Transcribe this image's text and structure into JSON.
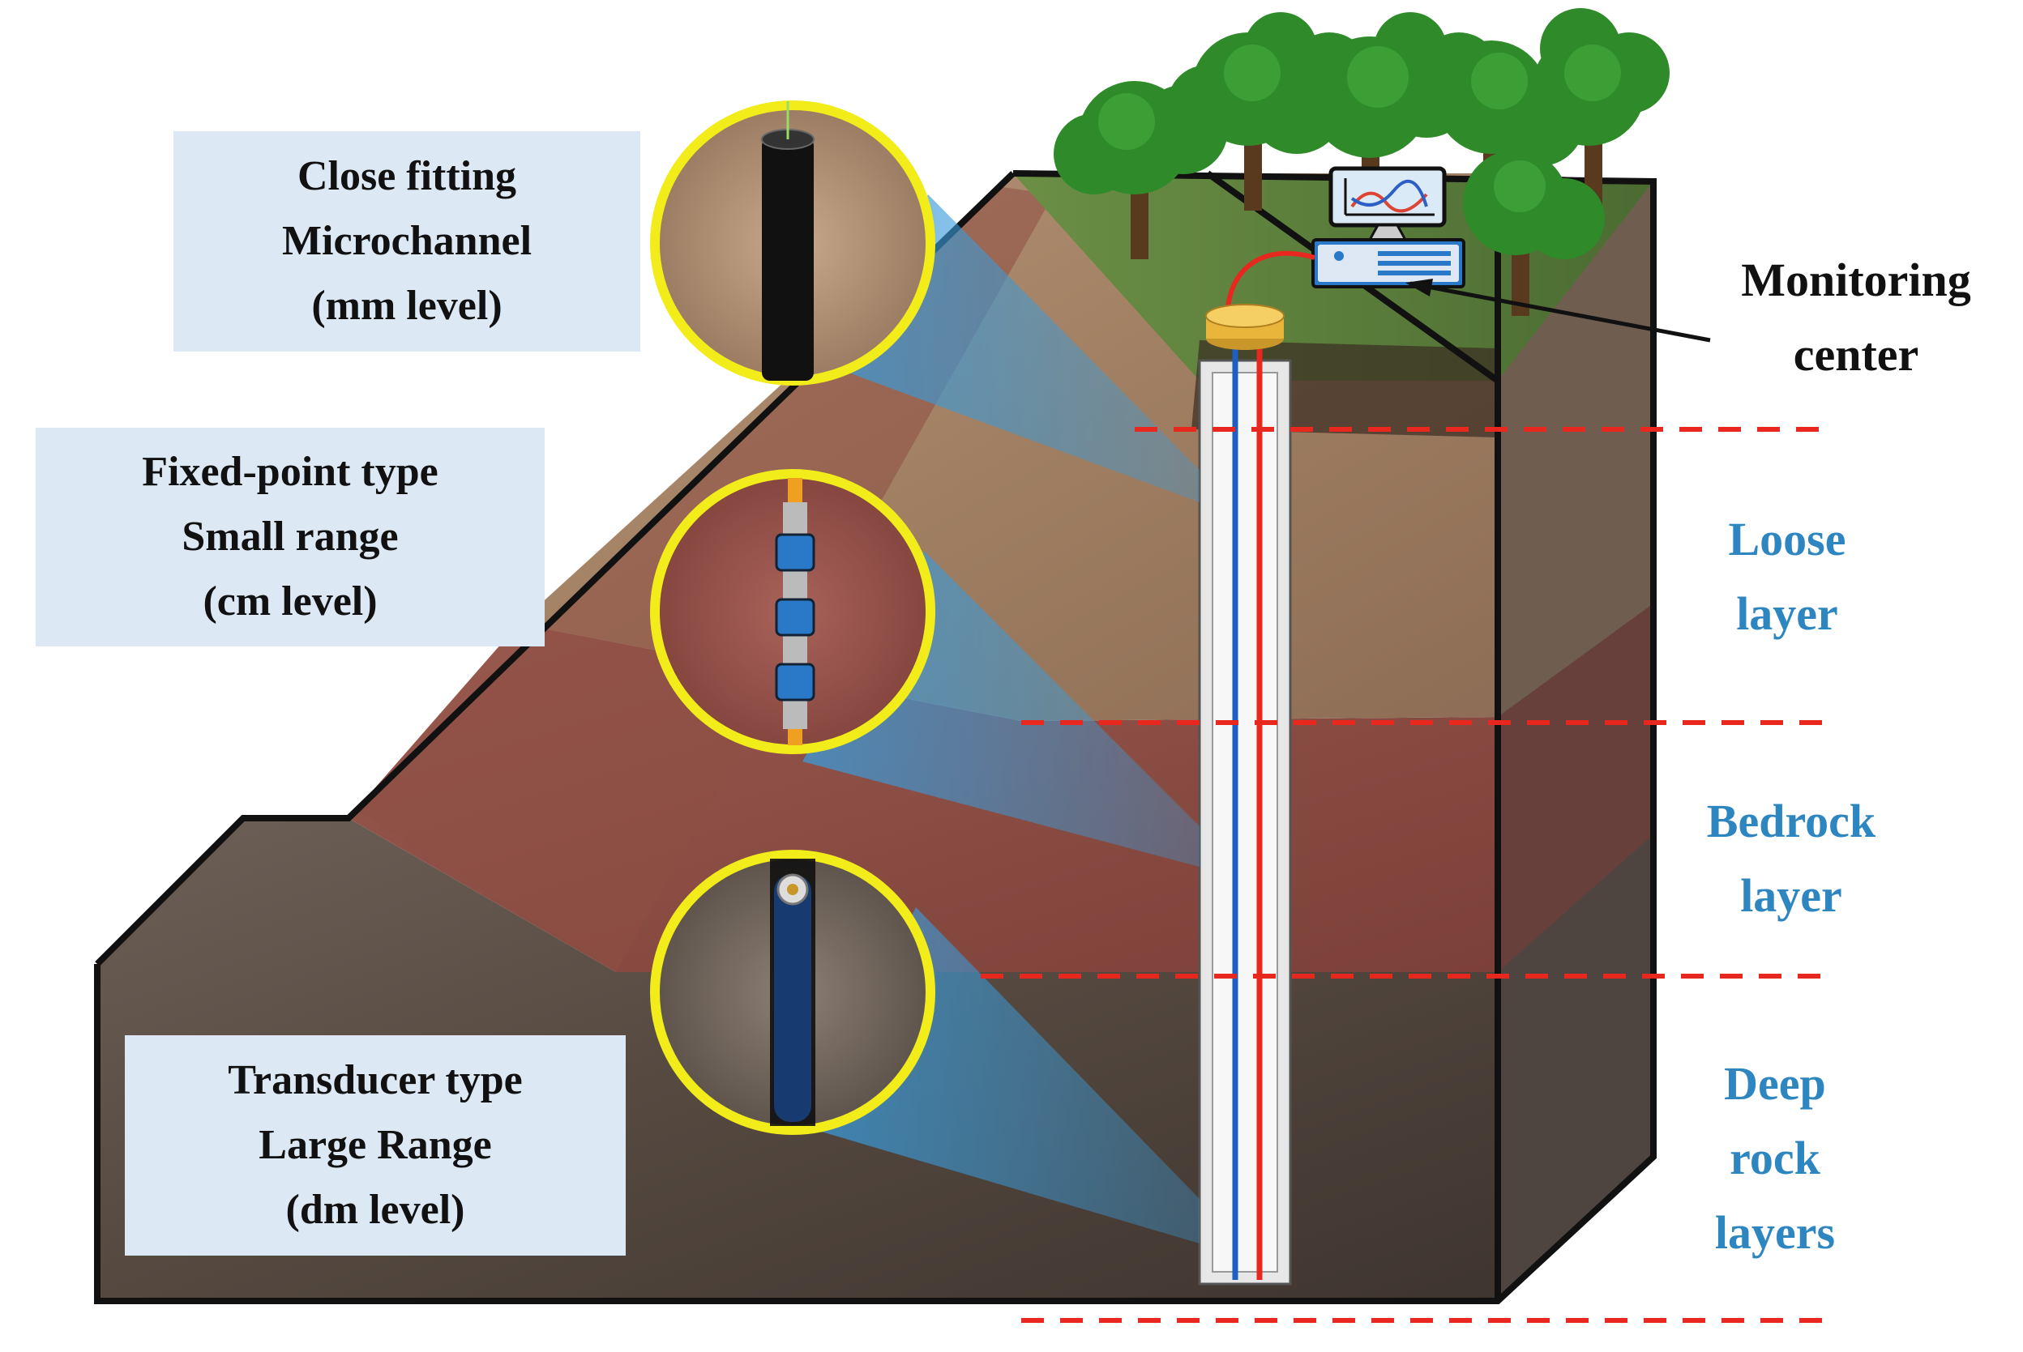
{
  "sensors": {
    "microchannel": {
      "lines": [
        "Close fitting",
        "Microchannel",
        "(mm level)"
      ]
    },
    "fixed_point": {
      "lines": [
        "Fixed-point type",
        "Small range",
        "(cm level)"
      ]
    },
    "transducer": {
      "lines": [
        "Transducer type",
        "Large Range",
        "(dm level)"
      ]
    }
  },
  "monitoring": {
    "lines": [
      "Monitoring",
      "center"
    ]
  },
  "layers": {
    "loose": [
      "Loose",
      "layer"
    ],
    "bedrock": [
      "Bedrock",
      "layer"
    ],
    "deep": [
      "Deep",
      "rock",
      "layers"
    ]
  },
  "colors": {
    "label_box_bg": "#dce9f5",
    "layer_text": "#2e86c1",
    "boundary_dash": "#e8281e",
    "cable_red": "#e8281e",
    "cable_blue": "#1f5fbf",
    "lens_ring": "#f2ec1a",
    "beam_fill": "#3a9ad9",
    "soil_loose": "#a7876a",
    "soil_bedrock": "#8c4e45",
    "soil_deep": "#5c5048",
    "grass": "#5a7a3a",
    "tree_green": "#2f8a2a"
  }
}
